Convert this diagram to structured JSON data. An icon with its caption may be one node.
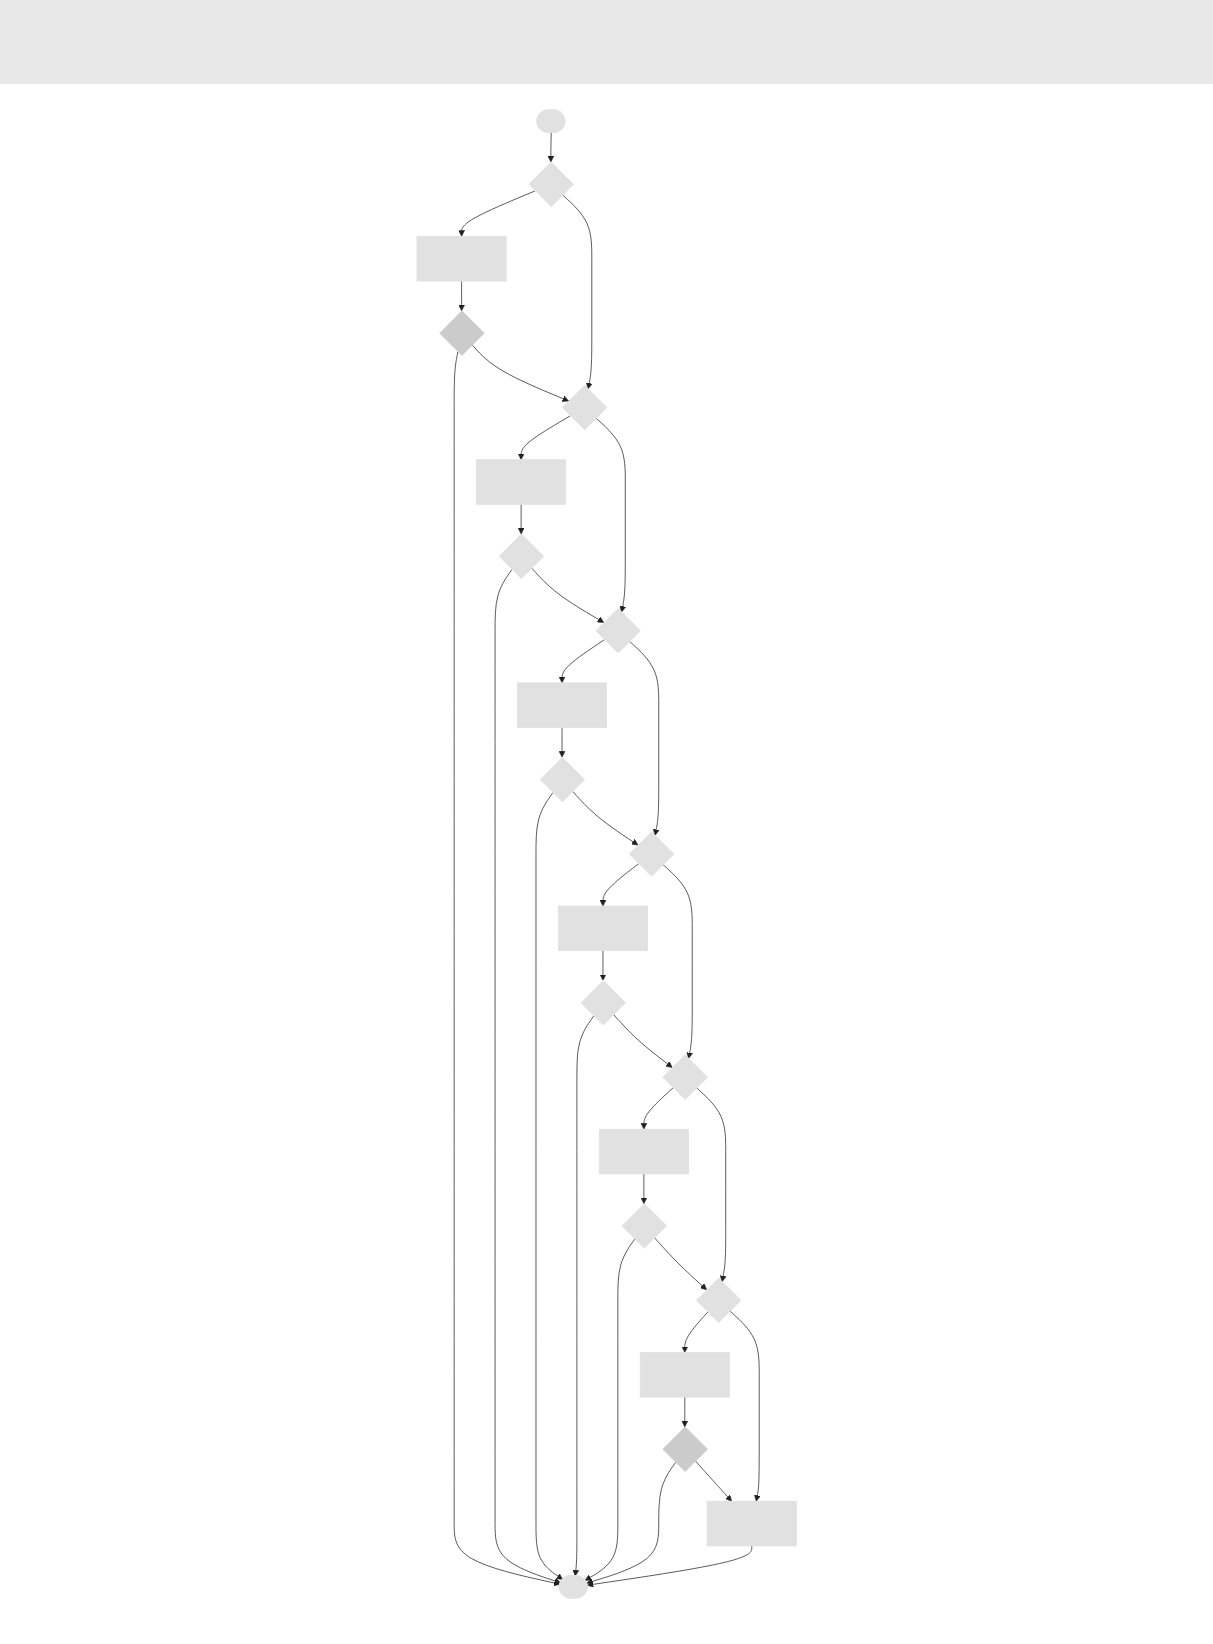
{
  "diagram": {
    "nodes": [
      {
        "text": [],
        "shape": "oval"
      },
      {
        "text": [],
        "shape": "diamond"
      },
      {
        "text": [],
        "shape": "box"
      },
      {
        "text": [],
        "shape": "diamond"
      },
      {
        "text": [],
        "shape": "diamond"
      },
      {
        "text": [],
        "shape": "box"
      },
      {
        "text": [],
        "shape": "diamond"
      },
      {
        "text": [],
        "shape": "diamond"
      },
      {
        "text": [],
        "shape": "box"
      },
      {
        "text": [],
        "shape": "diamond"
      },
      {
        "text": [],
        "shape": "diamond"
      },
      {
        "text": [],
        "shape": "box"
      },
      {
        "text": [],
        "shape": "diamond"
      },
      {
        "text": [],
        "shape": "diamond"
      },
      {
        "text": [],
        "shape": "box"
      },
      {
        "text": [],
        "shape": "diamond"
      },
      {
        "text": [],
        "shape": "diamond"
      },
      {
        "text": [],
        "shape": "box"
      },
      {
        "text": [],
        "shape": "diamond"
      },
      {
        "text": [],
        "shape": "box"
      },
      {
        "text": [],
        "shape": "oval"
      }
    ],
    "edges": [
      {
        "from": 0,
        "to": 1,
        "arrow": "to"
      },
      {
        "from": 1,
        "to": 2,
        "arrow": "to"
      },
      {
        "from": 2,
        "to": 3,
        "arrow": "to"
      },
      {
        "from": 3,
        "to": 4,
        "arrow": "to"
      },
      {
        "from": 1,
        "to": 4,
        "arrow": "to"
      },
      {
        "from": 3,
        "to": 20,
        "arrow": "to"
      },
      {
        "from": 4,
        "to": 5,
        "arrow": "to"
      },
      {
        "from": 5,
        "to": 6,
        "arrow": "to"
      },
      {
        "from": 6,
        "to": 7,
        "arrow": "to"
      },
      {
        "from": 4,
        "to": 7,
        "arrow": "to"
      },
      {
        "from": 6,
        "to": 20,
        "arrow": "to"
      },
      {
        "from": 7,
        "to": 8,
        "arrow": "to"
      },
      {
        "from": 8,
        "to": 9,
        "arrow": "to"
      },
      {
        "from": 9,
        "to": 10,
        "arrow": "to"
      },
      {
        "from": 7,
        "to": 10,
        "arrow": "to"
      },
      {
        "from": 9,
        "to": 20,
        "arrow": "to"
      },
      {
        "from": 10,
        "to": 11,
        "arrow": "to"
      },
      {
        "from": 11,
        "to": 12,
        "arrow": "to"
      },
      {
        "from": 12,
        "to": 13,
        "arrow": "to"
      },
      {
        "from": 10,
        "to": 13,
        "arrow": "to"
      },
      {
        "from": 12,
        "to": 20,
        "arrow": "to"
      },
      {
        "from": 13,
        "to": 14,
        "arrow": "to"
      },
      {
        "from": 14,
        "to": 15,
        "arrow": "to"
      },
      {
        "from": 15,
        "to": 16,
        "arrow": "to"
      },
      {
        "from": 13,
        "to": 16,
        "arrow": "to"
      },
      {
        "from": 15,
        "to": 20,
        "arrow": "to"
      },
      {
        "from": 16,
        "to": 17,
        "arrow": "to"
      },
      {
        "from": 17,
        "to": 18,
        "arrow": "to"
      },
      {
        "from": 18,
        "to": 19,
        "arrow": "to"
      },
      {
        "from": 16,
        "to": 19,
        "arrow": "to"
      },
      {
        "from": 18,
        "to": 20,
        "arrow": "to"
      },
      {
        "from": 19,
        "to": 20,
        "arrow": "to"
      }
    ]
  }
}
